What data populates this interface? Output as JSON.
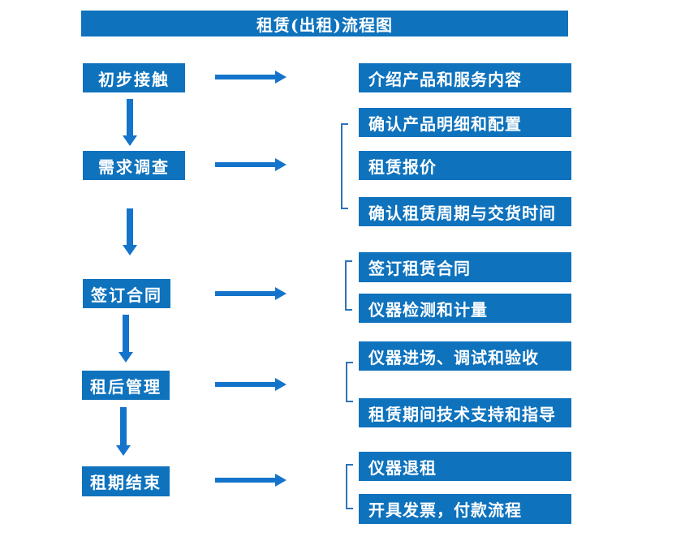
{
  "title": "租赁(出租)流程图",
  "colors": {
    "box_blue": "#0E72BD",
    "arrow_blue": "#1474CB",
    "bracket_blue": "#2E74B6",
    "text": "#FFFFFF",
    "background": "#FFFFFF"
  },
  "stages": [
    {
      "label": "初步接触",
      "details": [
        "介绍产品和服务内容"
      ]
    },
    {
      "label": "需求调查",
      "details": [
        "确认产品明细和配置",
        "租赁报价",
        "确认租赁周期与交货时间"
      ]
    },
    {
      "label": "签订合同",
      "details": [
        "签订租赁合同",
        "仪器检测和计量"
      ]
    },
    {
      "label": "租后管理",
      "details": [
        "仪器进场、调试和验收",
        "租赁期间技术支持和指导"
      ]
    },
    {
      "label": "租期结束",
      "details": [
        "仪器退租",
        "开具发票，付款流程"
      ]
    }
  ]
}
